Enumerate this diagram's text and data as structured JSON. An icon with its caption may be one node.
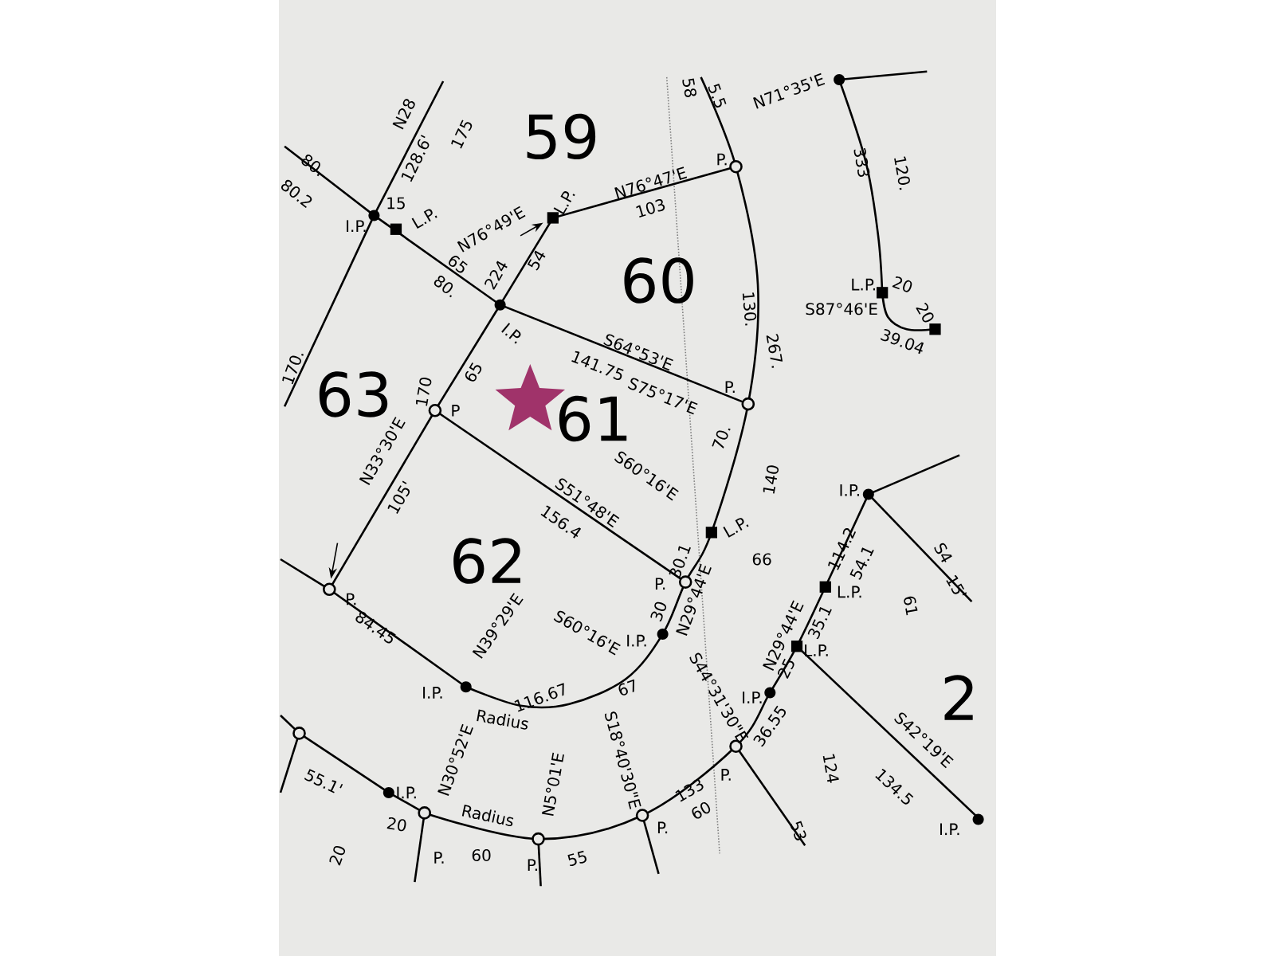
{
  "diagram": {
    "labels": [
      "N28",
      "128.6'",
      "175",
      "80.",
      "80.2",
      "I.P.",
      "15",
      "L.P.",
      "N76°49'E",
      "L.P.",
      "N76°47'E",
      "P.",
      "103",
      "58",
      "5.5",
      "N71°35'E",
      "333",
      "120.",
      "59",
      "65",
      "80.",
      "224",
      "54",
      "60",
      "I.P.",
      "130.",
      "267.",
      "L.P.",
      "S87°46'E",
      "20",
      "20",
      "39.04",
      "S64°53'E",
      "141.75",
      "S75°17'E",
      "P.",
      "170.",
      "63",
      "170",
      "65",
      "P",
      "61",
      "N33°30'E",
      "105'",
      "S51°48'E",
      "156.4",
      "S60°16'E",
      "70.",
      "140",
      "L.P.",
      "30.1",
      "66",
      "62",
      "P.",
      "84.45",
      "N39°29'E",
      "P.",
      "30",
      "N29°44'E",
      "S60°16'E",
      "I.P.",
      "116.67",
      "67",
      "I.P.",
      "S44°31'30\"E",
      "I.P.",
      "114.2",
      "54.1",
      "L.P.",
      "N29°44'E",
      "35.1",
      "L.P.",
      "25",
      "I.P.",
      "36.55",
      "P.",
      "S4",
      "15'",
      "61",
      "2",
      "S42°19'E",
      "134.5",
      "124",
      "53",
      "I.P.",
      "Radius",
      "N30°52'E",
      "N5°01'E",
      "S18°40'30\"E",
      "55.1'",
      "I.P.",
      "20",
      "Radius",
      "P.",
      "60",
      "P.",
      "55",
      "133",
      "60",
      "P.",
      "20"
    ]
  }
}
